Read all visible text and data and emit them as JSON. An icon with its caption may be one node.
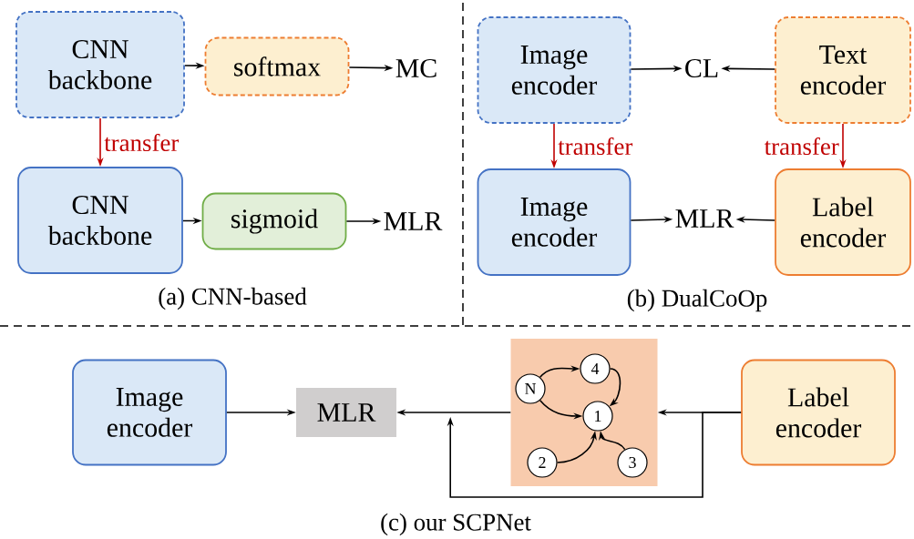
{
  "diagram": {
    "nodes": [
      {
        "text": [
          "CNN backbone"
        ]
      },
      {
        "text": [
          "softmax"
        ]
      },
      {
        "text": [
          "MC"
        ]
      },
      {
        "text": [
          "CNN backbone"
        ]
      },
      {
        "text": [
          "sigmoid"
        ]
      },
      {
        "text": [
          "MLR"
        ]
      },
      {
        "text": [
          "Image encoder"
        ]
      },
      {
        "text": [
          "CL"
        ]
      },
      {
        "text": [
          "Text encoder"
        ]
      },
      {
        "text": [
          "Image encoder"
        ]
      },
      {
        "text": [
          "MLR"
        ]
      },
      {
        "text": [
          "Label encoder"
        ]
      },
      {
        "text": [
          "Image encoder"
        ]
      },
      {
        "text": [
          "MLR"
        ]
      },
      {
        "text": [],
        "shape": "box"
      },
      {
        "text": [
          "N"
        ],
        "in": 14
      },
      {
        "text": [
          "4"
        ],
        "in": 14
      },
      {
        "text": [
          "1"
        ],
        "in": 14
      },
      {
        "text": [
          "2"
        ],
        "in": 14
      },
      {
        "text": [
          "3"
        ],
        "in": 14
      },
      {
        "text": [
          "Label encoder"
        ]
      }
    ],
    "edges": [
      {
        "from": 0,
        "to": 1,
        "arrow": "to"
      },
      {
        "from": 1,
        "to": 2,
        "arrow": "to"
      },
      {
        "from": 0,
        "to": 3,
        "arrow": "to",
        "label": "transfer",
        "color": "#c00000"
      },
      {
        "from": 3,
        "to": 4,
        "arrow": "to"
      },
      {
        "from": 4,
        "to": 5,
        "arrow": "to"
      },
      {
        "from": 6,
        "to": 7,
        "arrow": "to"
      },
      {
        "from": 8,
        "to": 7,
        "arrow": "to"
      },
      {
        "from": 6,
        "to": 9,
        "arrow": "to",
        "label": "transfer",
        "color": "#c00000"
      },
      {
        "from": 8,
        "to": 11,
        "arrow": "to",
        "label": "transfer",
        "color": "#c00000"
      },
      {
        "from": 9,
        "to": 10,
        "arrow": "to"
      },
      {
        "from": 11,
        "to": 10,
        "arrow": "to"
      },
      {
        "from": 12,
        "to": 13,
        "arrow": "to"
      },
      {
        "from": 14,
        "to": 13,
        "arrow": "to"
      },
      {
        "from": 20,
        "to": 14,
        "arrow": "to"
      },
      {
        "from": 20,
        "to": 13,
        "arrow": "to"
      },
      {
        "from": 15,
        "to": 16,
        "arrow": "to"
      },
      {
        "from": 15,
        "to": 17,
        "arrow": "to"
      },
      {
        "from": 16,
        "to": 17,
        "arrow": "to"
      },
      {
        "from": 18,
        "to": 17,
        "arrow": "to"
      },
      {
        "from": 19,
        "to": 17,
        "arrow": "to"
      }
    ],
    "labels": [
      "(a) CNN-based",
      "(b) DualCoOp",
      "(c) our SCPNet"
    ]
  }
}
